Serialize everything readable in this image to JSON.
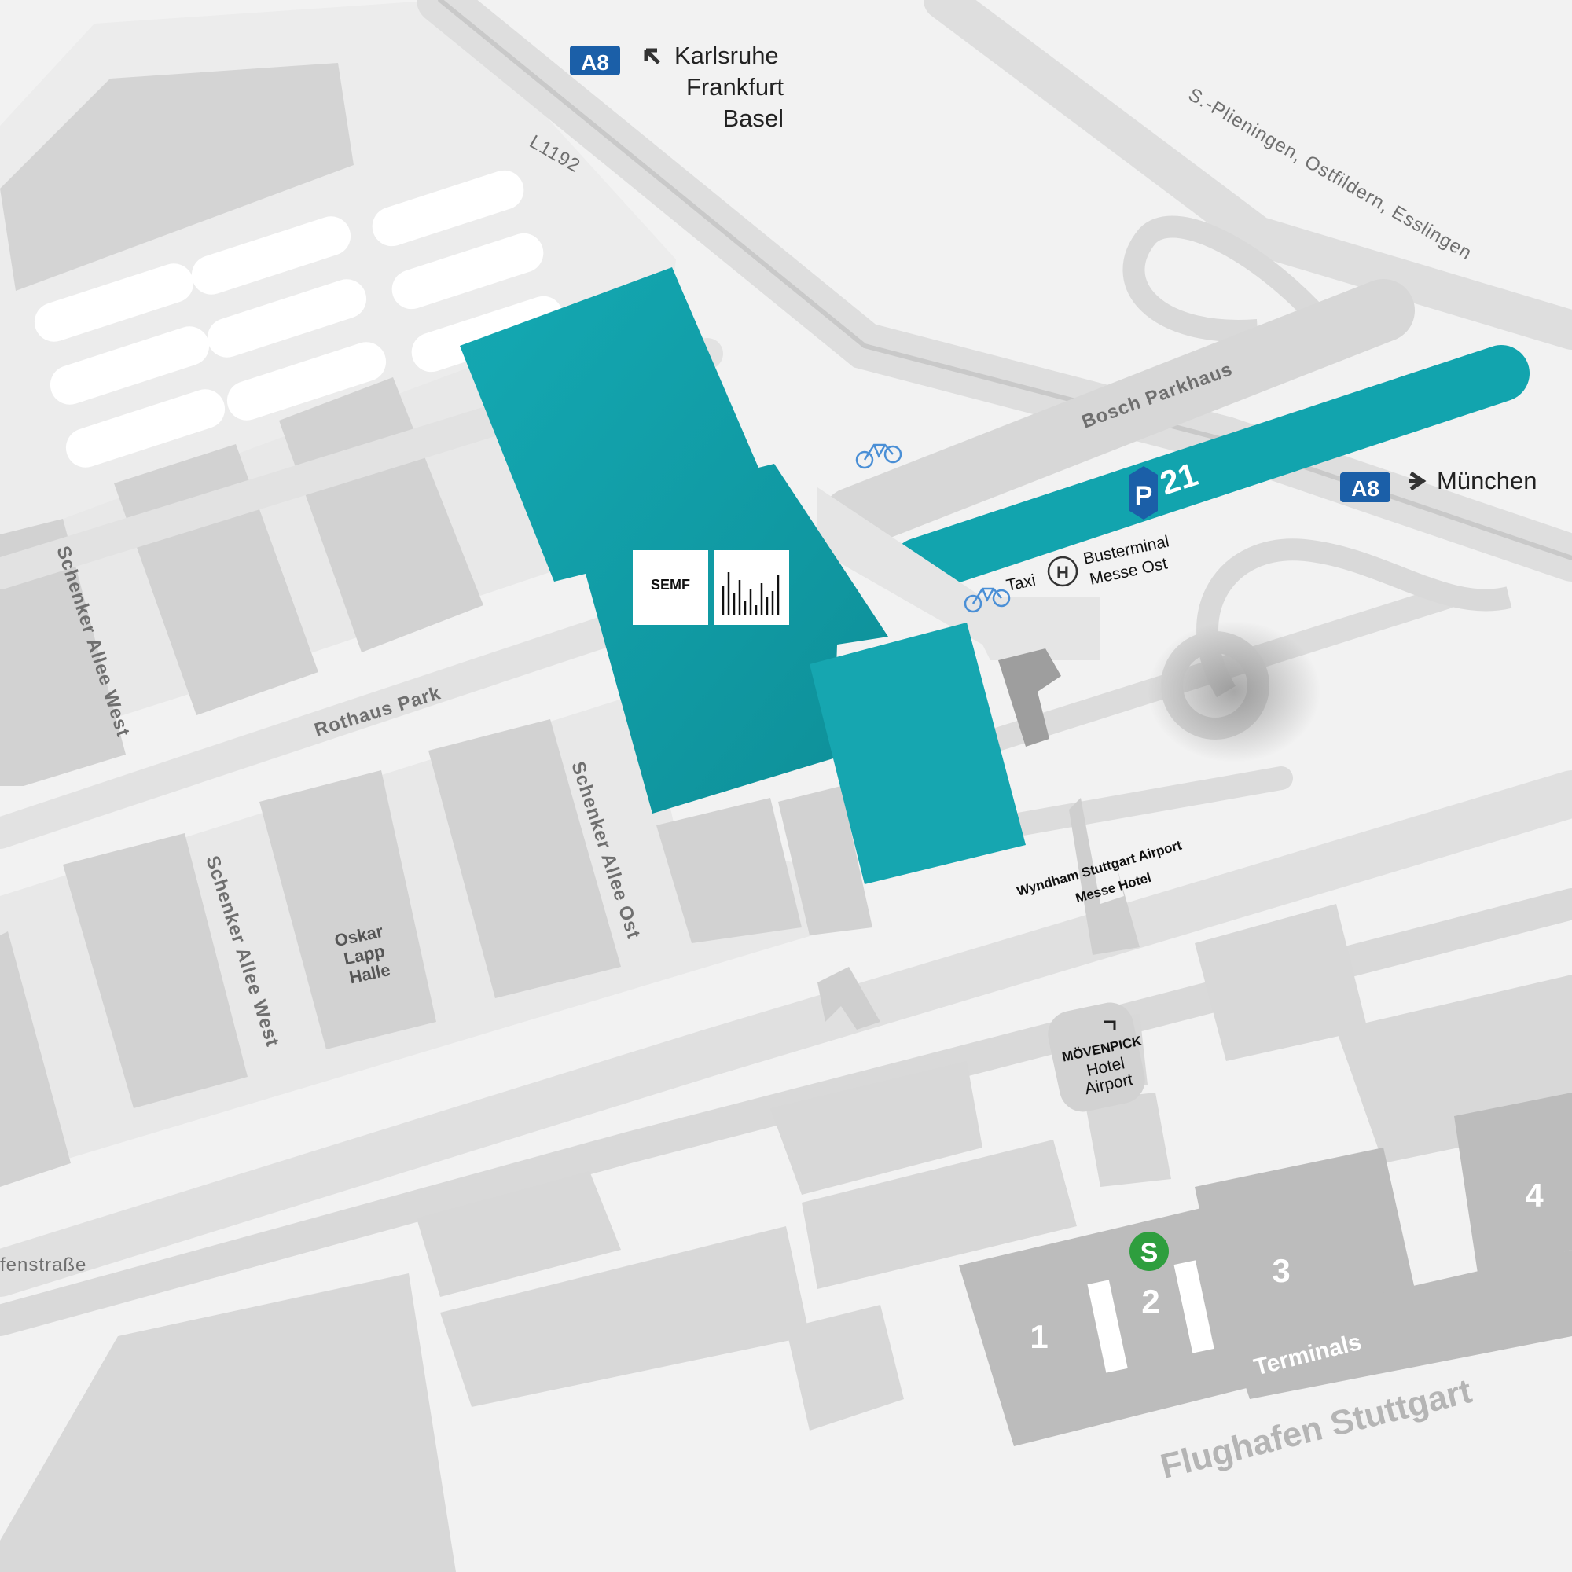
{
  "map": {
    "directions": {
      "north": {
        "badge": "A8",
        "line1": "Karlsruhe",
        "line2": "Frankfurt",
        "line3": "Basel"
      },
      "east": {
        "badge": "A8",
        "label": "München"
      },
      "northeast_road": "S.-Plieningen, Ostfildern, Esslingen"
    },
    "roads": {
      "l1192": "L1192",
      "bosch": "Bosch Parkhaus",
      "rothaus": "Rothaus Park",
      "schenker_west_1": "Schenker Allee West",
      "schenker_west_2": "Schenker Allee West",
      "schenker_ost": "Schenker Allee Ost",
      "street_cut": "fenstraße"
    },
    "parking": {
      "symbol": "P",
      "number": "21"
    },
    "venue": {
      "logo_text": "SEMF"
    },
    "transit": {
      "taxi": "Taxi",
      "bus_symbol": "H",
      "bus_line1": "Busterminal",
      "bus_line2": "Messe Ost",
      "sbahn_symbol": "S"
    },
    "halls": {
      "oskar_line1": "Oskar",
      "oskar_line2": "Lapp",
      "oskar_line3": "Halle"
    },
    "hotels": {
      "wyndham_line1": "Wyndham Stuttgart Airport",
      "wyndham_line2": "Messe Hotel",
      "movenpick_brand": "MÖVENPICK",
      "movenpick_line2": "Hotel",
      "movenpick_line3": "Airport"
    },
    "airport": {
      "terminals_label": "Terminals",
      "name": "Flughafen Stuttgart",
      "t1": "1",
      "t2": "2",
      "t3": "3",
      "t4": "4"
    },
    "colors": {
      "teal": "#12a4ae",
      "teal_dark": "#0e8f98",
      "building_grey": "#d2d2d2",
      "terminal_grey": "#bcbcbc",
      "autobahn_blue": "#1b5fa8",
      "sbahn_green": "#2e9e3e"
    }
  }
}
